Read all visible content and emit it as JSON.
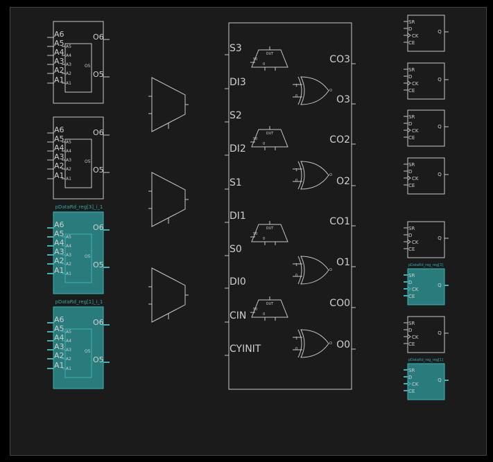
{
  "colors": {
    "background": "#1b1b1b",
    "page_border": "#444444",
    "line": "#c8c8c8",
    "text": "#d0d0d0",
    "selected_fill": "#2a7b7b",
    "selected_stroke": "#3fb4b4",
    "selected_label": "#35a8a8"
  },
  "lut": {
    "inputs": [
      "A6",
      "A5",
      "A4",
      "A3",
      "A2",
      "A1"
    ],
    "inner_inputs": [
      "A5",
      "A4",
      "A3",
      "A2",
      "A1"
    ],
    "out_o6": "O6",
    "out_o5": "O5",
    "inner_out": "O5"
  },
  "luts": [
    {
      "selected": false,
      "label": ""
    },
    {
      "selected": false,
      "label": ""
    },
    {
      "selected": true,
      "label": "pDataRd_reg[3]_i_1"
    },
    {
      "selected": true,
      "label": "pDataRd_reg[1]_i_1"
    }
  ],
  "mux_count": 3,
  "carry": {
    "left_pins": [
      "S3",
      "DI3",
      "S2",
      "DI2",
      "S1",
      "DI1",
      "S0",
      "DI0",
      "CIN",
      "CYINIT"
    ],
    "right_pins": [
      "CO3",
      "O3",
      "CO2",
      "O2",
      "CO1",
      "O1",
      "CO0",
      "O0"
    ],
    "mux_out": "OUT",
    "mux_sel": "S0",
    "mux_in": "0",
    "xor_in1": "1",
    "xor_in0": "0",
    "xor_out": "O"
  },
  "ff": {
    "pins": [
      "SR",
      "D",
      "CK",
      "CE"
    ],
    "out": "Q"
  },
  "ffs": [
    {
      "selected": false,
      "label": ""
    },
    {
      "selected": false,
      "label": ""
    },
    {
      "selected": false,
      "label": ""
    },
    {
      "selected": false,
      "label": ""
    },
    {
      "selected": false,
      "label": ""
    },
    {
      "selected": true,
      "label": "pDataRd_reg_reg[3]"
    },
    {
      "selected": false,
      "label": ""
    },
    {
      "selected": true,
      "label": "pDataRd_reg_reg[1]"
    }
  ]
}
